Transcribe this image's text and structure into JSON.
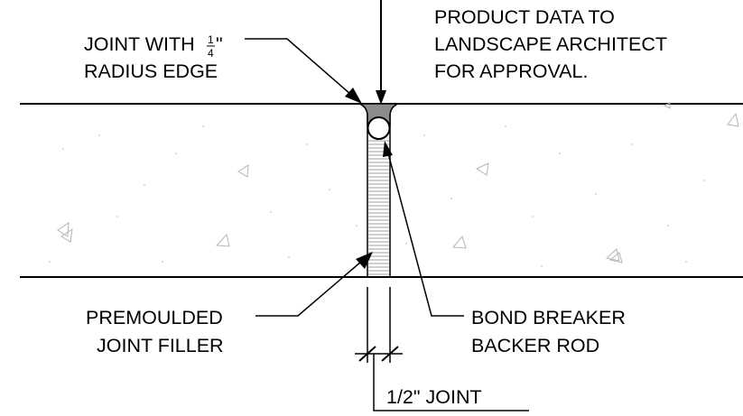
{
  "labels": {
    "note_line1": "PRODUCT DATA TO",
    "note_line2": "LANDSCAPE ARCHITECT",
    "note_line3": "FOR APPROVAL.",
    "joint_edge_line1_prefix": "JOINT WITH",
    "joint_edge_fraction_num": "1",
    "joint_edge_fraction_den": "4",
    "joint_edge_line1_suffix": "\"",
    "joint_edge_line2": "RADIUS EDGE",
    "filler_line1": "PREMOULDED",
    "filler_line2": "JOINT FILLER",
    "backer_line1": "BOND BREAKER",
    "backer_line2": "BACKER ROD",
    "joint_width": "1/2\" JOINT"
  },
  "colors": {
    "line": "#000000",
    "sealant": "#8c8c8c",
    "hatch": "#7f7f7f",
    "aggregate": "#b5b5b5"
  }
}
